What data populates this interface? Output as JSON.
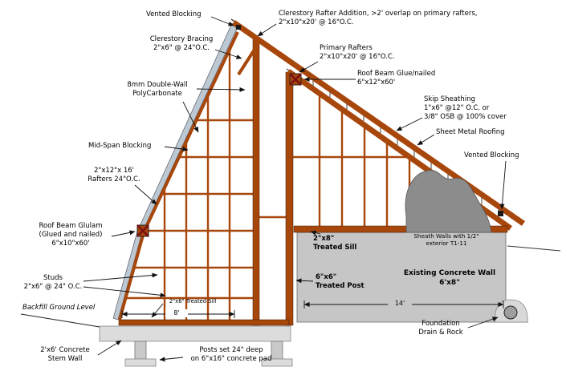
{
  "colors": {
    "wood": "#A8470B",
    "wooddark": "#3A1A05",
    "glaze": "#BCC9D2",
    "concrete": "#C6C6C6",
    "blob": "#8C8C8C",
    "stem": "#DCDCDC",
    "xmark": "#7A1010"
  },
  "labels": {
    "vented_blocking_top": "Vented Blocking",
    "clerestory_addition": "Clerestory Rafter Addition, >2' overlap on primary rafters,\n2\"x10\"x20' @ 16\"O.C.",
    "clerestory_bracing": "Clerestory Bracing\n2\"x6\" @ 24\"O.C.",
    "primary_rafters": "Primary Rafters\n2\"x10\"x20' @ 16\"O.C.",
    "roof_beam_glue": "Roof Beam Glue/nailed\n6\"x12\"x60'",
    "polycarbonate": "8mm Double-Wall\nPolyCarbonate",
    "skip_sheathing": "Skip Sheathing\n1\"x6\" @12\" O.C. or\n3/8\" OSB @ 100% cover",
    "sheet_metal": "Sheet Metal Roofing",
    "midspan_blocking": "Mid-Span Blocking",
    "rafters_2x12": "2\"x12\"x 16'\nRafters 24\"O.C.",
    "vented_blocking_right": "Vented Blocking",
    "roof_beam_glulam": "Roof Beam Glulam\n(Glued and nailed)\n6\"x10\"x60'",
    "treated_sill_2x8": "2\"x8\"\nTreated Sill",
    "sheath_walls": "Sheath Walls with 1/2\"\nexterior  T1-11",
    "existing_wall": "Existing  Concrete Wall\n6'x8\"",
    "studs": "Studs\n2\"x6\" @ 24\" O.C.",
    "treated_post": "6\"x6\"\nTreated Post",
    "backfill": "Backfill Ground Level",
    "sill_small": "2\"x6\" Treated Sill",
    "dim_8": "8'",
    "dim_14": "14'",
    "stem_wall": "2'x6' Concrete\nStem Wall",
    "posts_set": "Posts set 24\" deep\non 6\"x16\" concrete pad",
    "foundation_drain": "Foundation\nDrain & Rock"
  }
}
